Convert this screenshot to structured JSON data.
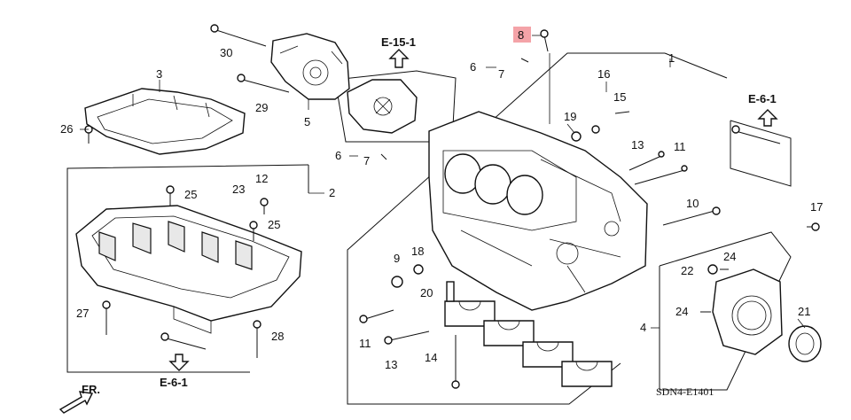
{
  "diagram_code": "SDN4-E1401",
  "front_label": "FR.",
  "highlight_color": "#f4a3a8",
  "references": [
    "E-15-1",
    "E-6-1",
    "E-6-1"
  ],
  "callouts": [
    "1",
    "2",
    "3",
    "4",
    "5",
    "6",
    "6",
    "7",
    "7",
    "8",
    "9",
    "10",
    "11",
    "11",
    "12",
    "13",
    "13",
    "14",
    "15",
    "16",
    "17",
    "18",
    "19",
    "20",
    "21",
    "22",
    "23",
    "24",
    "24",
    "25",
    "25",
    "26",
    "27",
    "28",
    "29",
    "30"
  ],
  "highlighted_callout": "8"
}
